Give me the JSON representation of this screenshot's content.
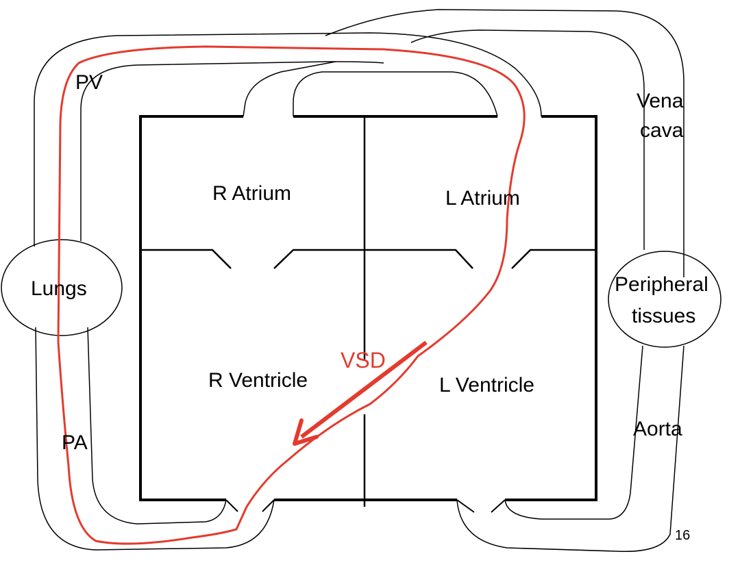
{
  "labels": {
    "pv": "PV",
    "vena_cava_line1": "Vena",
    "vena_cava_line2": "cava",
    "r_atrium": "R Atrium",
    "l_atrium": "L Atrium",
    "lungs": "Lungs",
    "peripheral_line1": "Peripheral",
    "peripheral_line2": "tissues",
    "vsd": "VSD",
    "r_ventricle": "R Ventricle",
    "l_ventricle": "L Ventricle",
    "aorta": "Aorta",
    "pa": "PA",
    "page_number": "16"
  },
  "colors": {
    "outline": "#000000",
    "flow": "#e33b2e",
    "background": "#ffffff"
  }
}
